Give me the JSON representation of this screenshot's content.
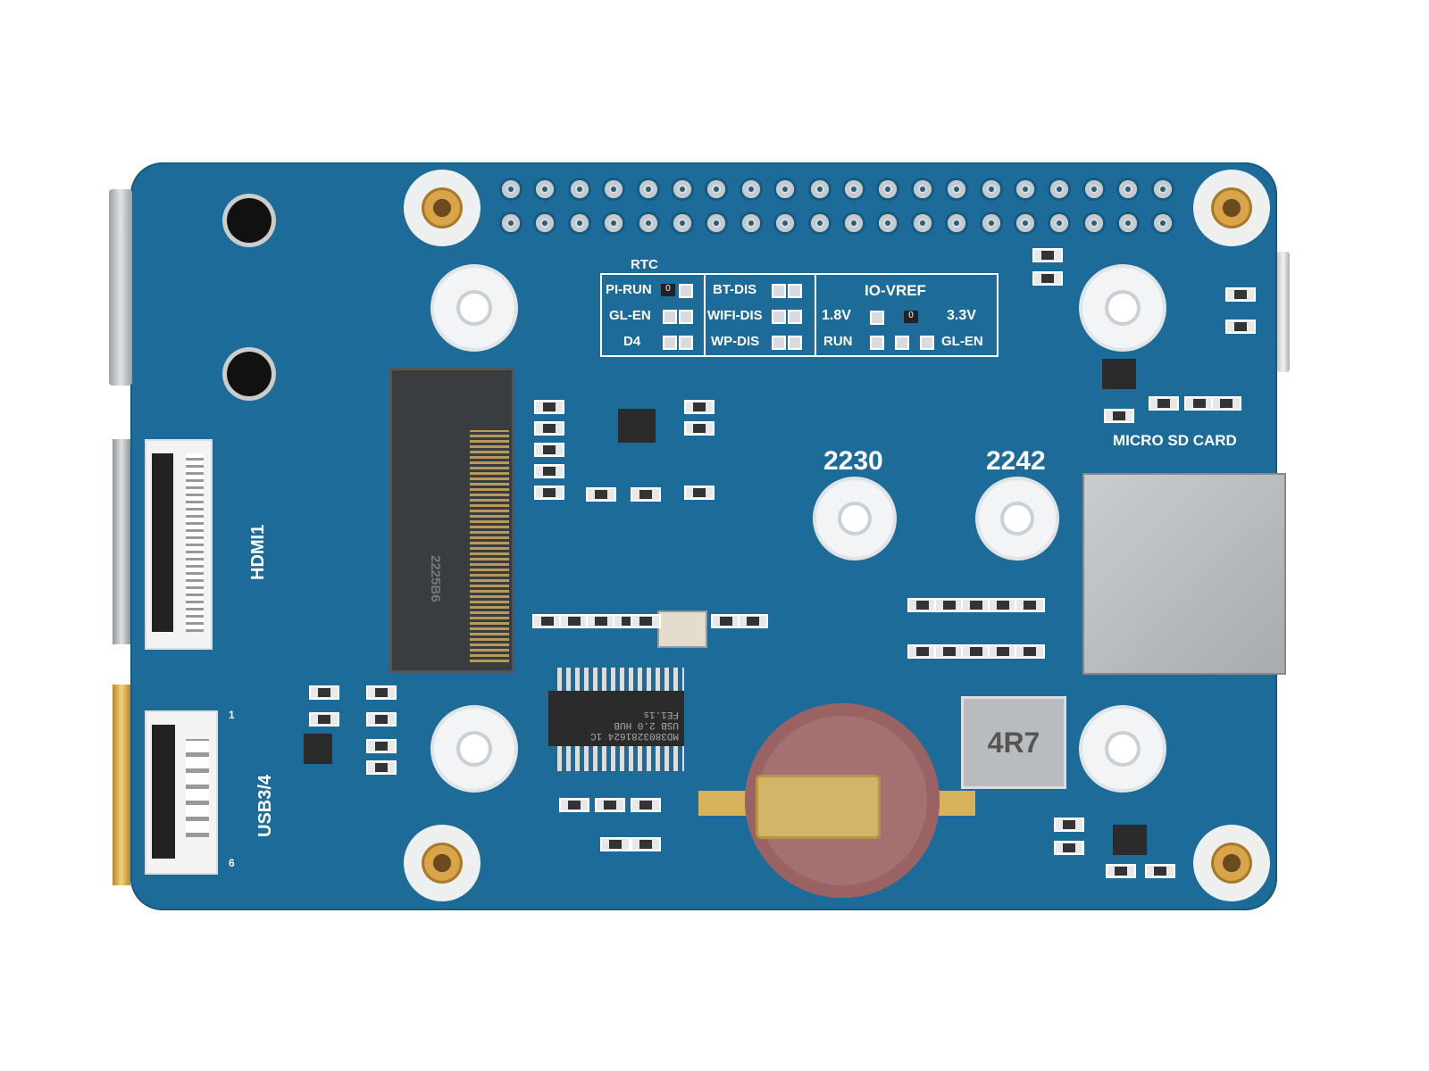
{
  "board": {
    "color": "#1d6b98",
    "labels": {
      "rtc": "RTC",
      "pi_run": "PI-RUN",
      "gl_en": "GL-EN",
      "d4": "D4",
      "bt_dis": "BT-DIS",
      "wifi_dis": "WIFI-DIS",
      "wp_dis": "WP-DIS",
      "io_vref": "IO-VREF",
      "v18": "1.8V",
      "v33": "3.3V",
      "run": "RUN",
      "gl_en2": "GL-EN",
      "m2_2230": "2230",
      "m2_2242": "2242",
      "micro_sd": "MICRO SD CARD",
      "hdmi1": "HDMI1",
      "usb34": "USB3/4",
      "usb_pin1": "1",
      "usb_pin6": "6",
      "m2_slot": "2225B6",
      "inductor": "4R7",
      "jumper_0a": "0",
      "jumper_0b": "0"
    },
    "usb_hub_chip": {
      "line1": "MD3803281624 1C",
      "line2": "USB 2.0 HUB",
      "line3": "FE1.1s"
    }
  }
}
